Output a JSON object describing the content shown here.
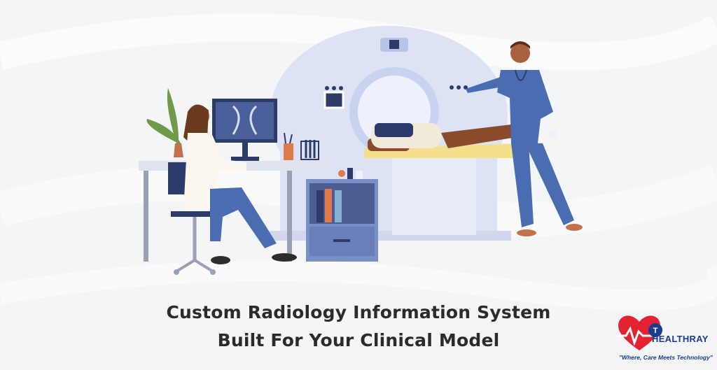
{
  "headline": {
    "line1": "Custom Radiology Information System",
    "line2": "Built For Your Clinical Model"
  },
  "brand": {
    "name": "HEALTHRAY",
    "tagline": "\"Where, Care Meets Technology\"",
    "logo_icon": "heart-pulse-icon",
    "colors": {
      "heart": "#e32232",
      "text": "#1b3b8f"
    }
  },
  "illustration": {
    "icon": "radiology-scene-illustration",
    "colors": {
      "scanner": "#dde3f5",
      "scrubs": "#4a6db2",
      "couch": "#f4e08a",
      "background": "#f4f5f7"
    }
  }
}
